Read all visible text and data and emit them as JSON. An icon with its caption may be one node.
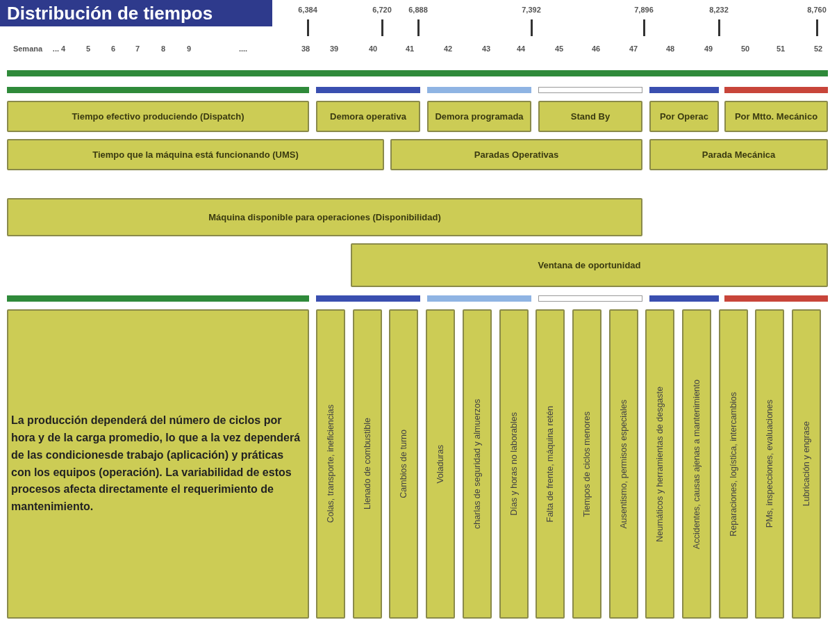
{
  "diagram": {
    "title": "Distribución de tiempos",
    "nodes": [
      {
        "text": [
          "Tiempo efectivo produciendo (Dispatch)"
        ]
      },
      {
        "text": [
          "Demora operativa"
        ]
      },
      {
        "text": [
          "Demora programada"
        ]
      },
      {
        "text": [
          "Stand By"
        ]
      },
      {
        "text": [
          "Por Operac"
        ]
      },
      {
        "text": [
          "Por Mtto. Mecánico"
        ]
      },
      {
        "text": [
          "Tiempo que la máquina está funcionando (UMS)"
        ]
      },
      {
        "text": [
          "Paradas Operativas"
        ]
      },
      {
        "text": [
          "Parada Mecánica"
        ]
      },
      {
        "text": [
          "Máquina disponible para operaciones (Disponibilidad)"
        ]
      },
      {
        "text": [
          "Ventana de oportunidad"
        ]
      },
      {
        "text": [
          "La producción dependerá del número de ciclos por hora y de la carga promedio, lo que a la vez dependerá de las condicionesde trabajo (aplicación) y práticas con los equipos (operación). La variabilidad de estos procesos afecta directamente el requerimiento de mantenimiento."
        ]
      },
      {
        "text": [
          "Colas, transporte, ineficiencias"
        ]
      },
      {
        "text": [
          "Llenado de combustible"
        ]
      },
      {
        "text": [
          "Cambios de turno"
        ]
      },
      {
        "text": [
          "Voladuras"
        ]
      },
      {
        "text": [
          "charlas de seguridad y almuerzos"
        ]
      },
      {
        "text": [
          "Días y horas no laborables"
        ]
      },
      {
        "text": [
          "Falta de frente, máquina retén"
        ]
      },
      {
        "text": [
          "Tiempos de ciclos menores"
        ]
      },
      {
        "text": [
          "Ausentismo, permisos especiales"
        ]
      },
      {
        "text": [
          "Neumáticos y herramientas de desgaste"
        ]
      },
      {
        "text": [
          "Accidentes, causas ajenas a mantenimiento"
        ]
      },
      {
        "text": [
          "Reparaciones, logística, intercambios"
        ]
      },
      {
        "text": [
          "PMs, inspecciones, evaluaciones"
        ]
      },
      {
        "text": [
          "Lubricación y engrase"
        ]
      }
    ],
    "labels": [
      "6,384",
      "6,720",
      "6,888",
      "7,392",
      "7,896",
      "8,232",
      "8,760",
      "Semana",
      "... 4",
      "5",
      "6",
      "7",
      "8",
      "9",
      "....",
      "38",
      "39",
      "40",
      "41",
      "42",
      "43",
      "44",
      "45",
      "46",
      "47",
      "48",
      "49",
      "50",
      "51",
      "52"
    ]
  }
}
